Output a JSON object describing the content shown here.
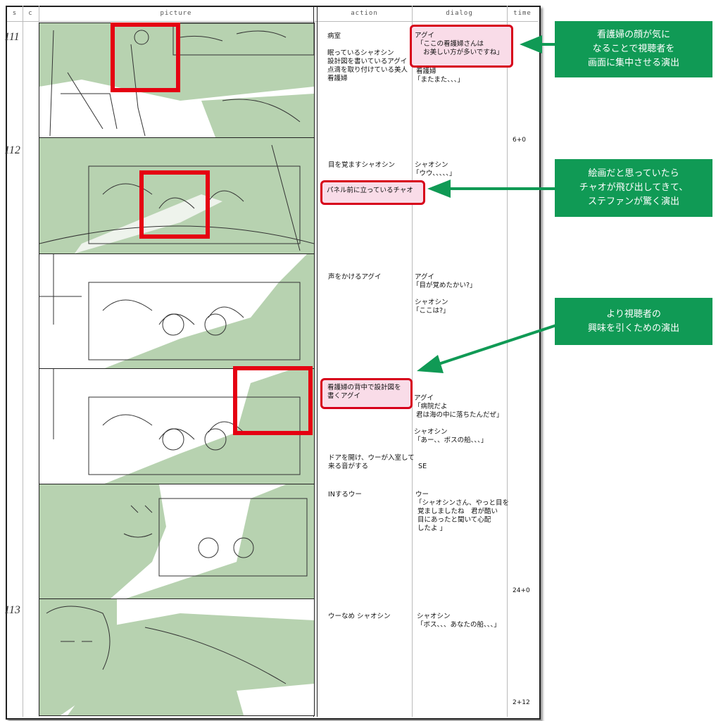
{
  "header": {
    "s": "s",
    "c": "c",
    "picture": "picture",
    "action": "action",
    "dialog": "dialog",
    "time": "time"
  },
  "scenes": [
    "111",
    "112",
    "113"
  ],
  "rows": [
    {
      "action": "病室\n\n眠っているシャオシン\n設計図を書いているアグイ\n点滴を取り付けている美人\n看護婦",
      "dialog": "アグイ\n 「ここの看護婦さんは\n    お美しい方が多いですね」",
      "dialog2": " 看護婦\n「またまた、、、」",
      "time": "6+0"
    },
    {
      "action": "目を覚ますシャオシン",
      "action2": "パネル前に立っているチャオ",
      "dialog": " シャオシン\n「ウウ、、、、、」"
    },
    {
      "action": "声をかけるアグイ",
      "dialog": " アグイ\n「目が覚めたかい?」\n\n シャオシン\n「ここは?」"
    },
    {
      "action": "看護婦の背中で設計図を\n書くアグイ",
      "dialog": "アグイ\n「病院だよ\n 君は海の中に落ちたんだぜ」\n\nシャオシン\n「あー、、ボスの船、、、」",
      "action2": "ドアを開け、ウーが入室して\n来る音がする",
      "dialog2": "  SE"
    },
    {
      "action": "INするウー",
      "dialog": "ウー\n「シャオシンさん、やっと目を\n 覚ましましたね　君が酷い\n 目にあったと聞いて心配\n したよ 」",
      "time": "24+0"
    },
    {
      "action": "ウーなめ シャオシン",
      "dialog": "シャオシン\n「ボス、、、あなたの船、、、」",
      "time": "2+12"
    }
  ],
  "callouts": [
    "看護婦の顔が気に\nなることで視聴者を\n画面に集中させる演出",
    "絵画だと思っていたら\nチャオが飛び出してきて、\nステファンが驚く演出",
    "より視聴者の\n興味を引くための演出"
  ],
  "colors": {
    "callout": "#109a55",
    "highlight_border": "#e50012",
    "highlight_fill": "#f9dce8",
    "sketch_green": "#b7d2b0"
  }
}
